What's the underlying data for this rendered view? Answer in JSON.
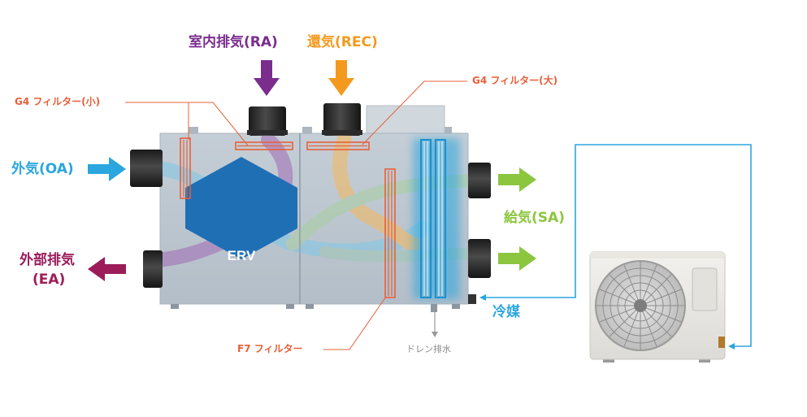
{
  "labels": {
    "ra": "室内排気(RA)",
    "rec": "還気(REC)",
    "oa": "外気(OA)",
    "ea_line1": "外部排気",
    "ea_line2": "(EA)",
    "sa": "給気(SA)",
    "refrigerant": "冷媒",
    "drain": "ドレン排水",
    "g4_small": "G4 フィルター(小)",
    "g4_large": "G4 フィルター(大)",
    "f7": "F7 フィルター",
    "erv": "ERV"
  },
  "colors": {
    "purple": "#7b2d8e",
    "orange": "#f39a1e",
    "blue": "#2ba6de",
    "green": "#8cc63f",
    "maroon": "#9c1c5a",
    "filter": "#e8603a",
    "erv": "#1f6fb5",
    "gray_text": "#8a8a8a"
  }
}
